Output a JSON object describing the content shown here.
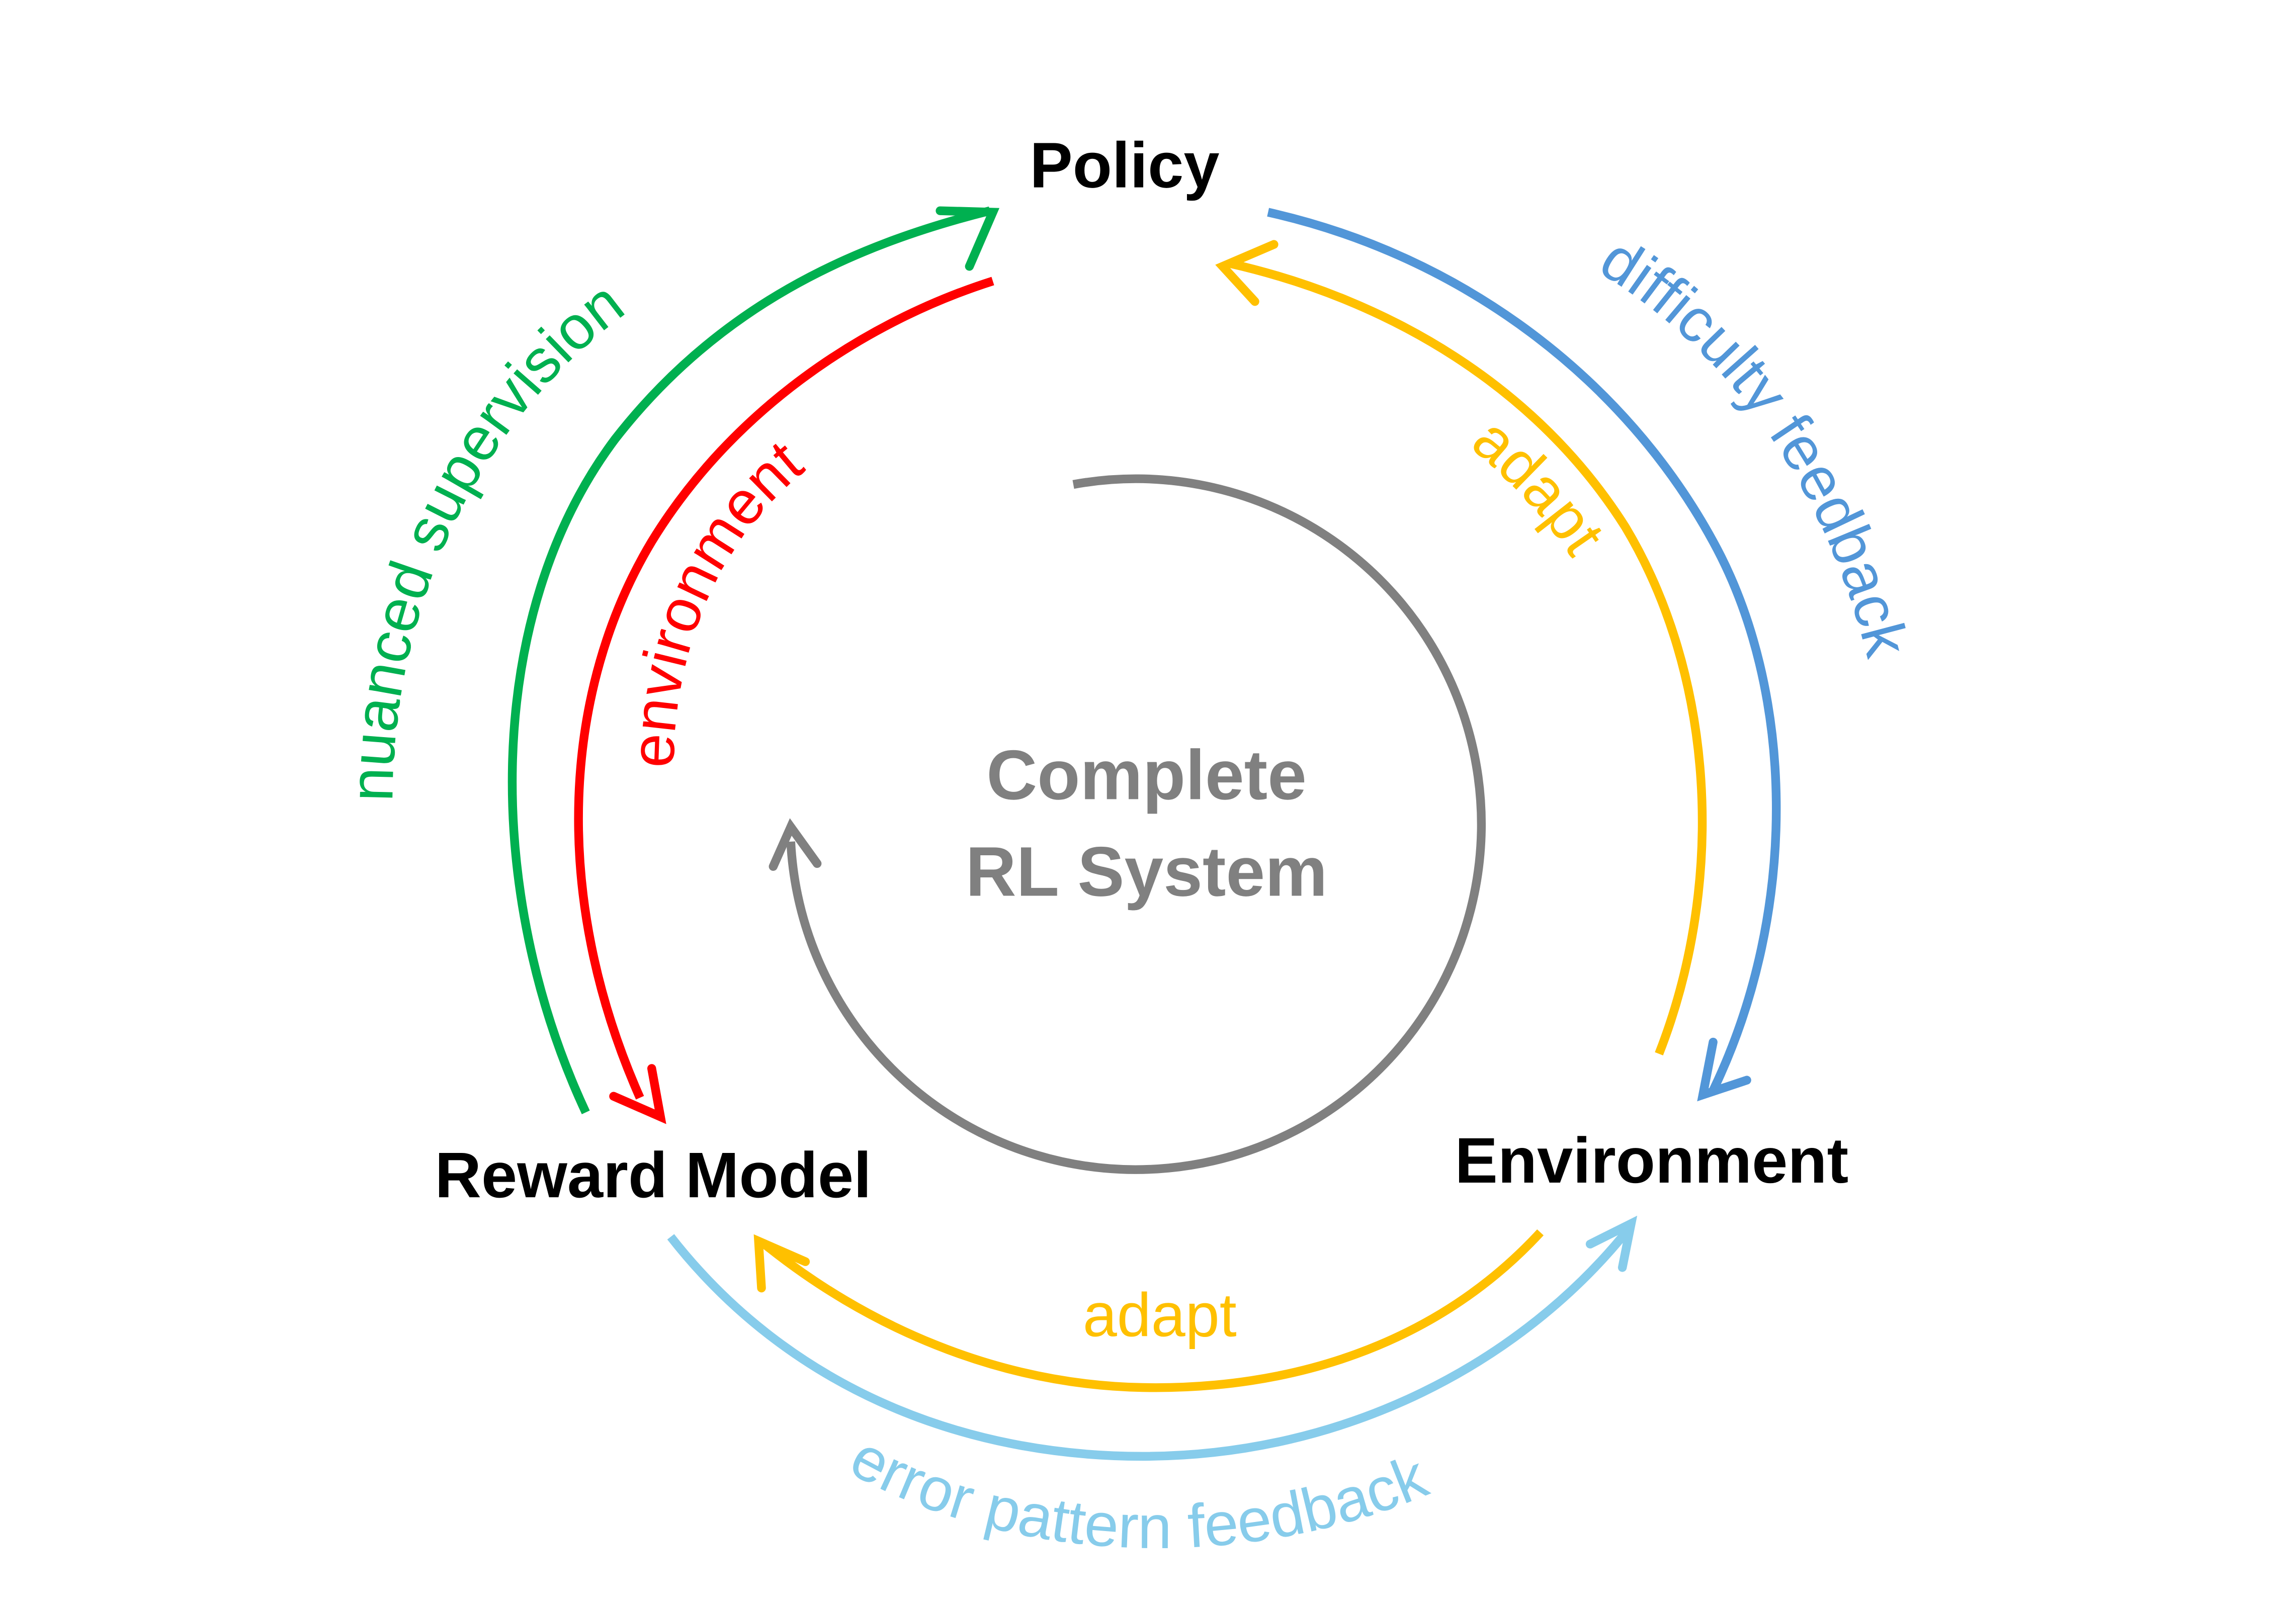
{
  "diagram": {
    "nodes": {
      "policy": "Policy",
      "reward_model": "Reward Model",
      "environment": "Environment"
    },
    "center": {
      "line1": "Complete",
      "line2": "RL System"
    },
    "edges": [
      {
        "id": "nuanced-supervision",
        "label": "nuanced supervision",
        "from": "Reward Model",
        "to": "Policy",
        "color": "#00B050"
      },
      {
        "id": "environment",
        "label": "environment",
        "from": "Policy",
        "to": "Reward Model",
        "color": "#FF0000"
      },
      {
        "id": "difficulty-feedback",
        "label": "difficulty feedback",
        "from": "Policy",
        "to": "Environment",
        "color": "#5296D8"
      },
      {
        "id": "adapt-policy",
        "label": "adapt",
        "from": "Environment",
        "to": "Policy",
        "color": "#FFC000"
      },
      {
        "id": "adapt-reward",
        "label": "adapt",
        "from": "Environment",
        "to": "Reward Model",
        "color": "#FFC000"
      },
      {
        "id": "error-pattern-feedback",
        "label": "error pattern feedback",
        "from": "Reward Model",
        "to": "Environment",
        "color": "#87CCEB"
      },
      {
        "id": "system-cycle",
        "label": "",
        "from": "",
        "to": "",
        "color": "#808080"
      }
    ],
    "colors": {
      "node_text": "#000000",
      "center_text": "#808080"
    }
  }
}
